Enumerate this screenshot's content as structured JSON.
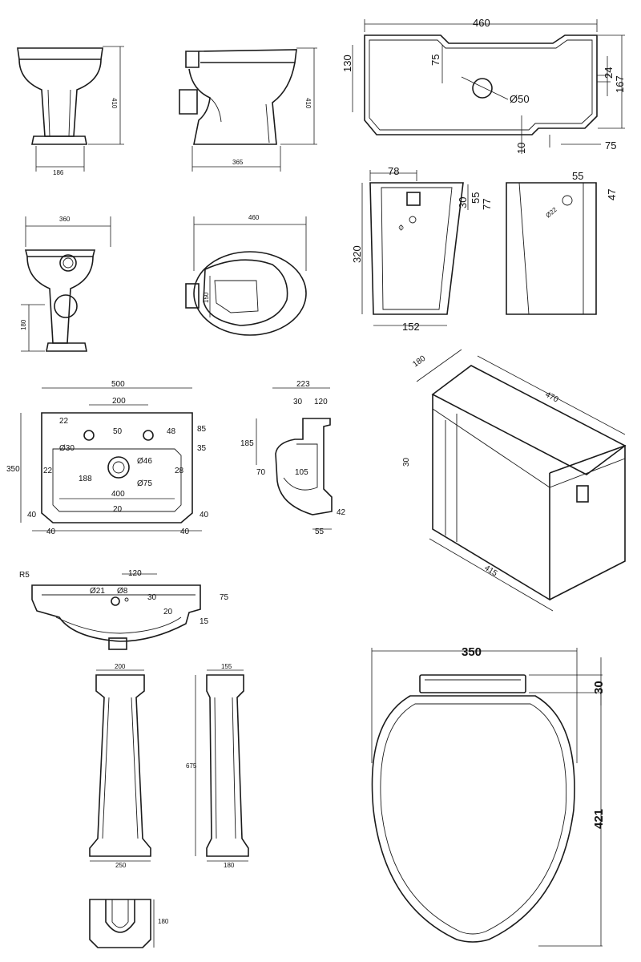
{
  "wc_front": {
    "width": "186",
    "height": "410"
  },
  "wc_side": {
    "depth": "365",
    "height": "410"
  },
  "wc_back": {
    "width": "360",
    "outlet_height": "180"
  },
  "wc_top": {
    "depth": "460",
    "seat_offset": "150"
  },
  "cistern_plan": {
    "width": "460",
    "depth": "130",
    "top_offset": "75",
    "hole": "Ø50",
    "right_a": "24",
    "right_b": "167",
    "bottom_gap": "10",
    "bottom_right": "75"
  },
  "cistern_elev": {
    "top_left": "78",
    "height": "320",
    "bottom": "152",
    "d30": "30",
    "d55": "55",
    "d77": "77",
    "right_top": "55",
    "right_47": "47",
    "inlet": "Ø22",
    "hole_small": "Ø"
  },
  "cistern_iso": {
    "depth": "180",
    "length": "470",
    "height": "30",
    "base": "415"
  },
  "basin_plan": {
    "width": "500",
    "holes_span": "200",
    "left_22": "22",
    "mid_50": "50",
    "right_48": "48",
    "right_85": "85",
    "tap_hole": "Ø30",
    "right_35": "35",
    "height": "350",
    "left_22b": "22",
    "waste_a": "Ø46",
    "right_28": "28",
    "inner_188": "188",
    "waste_b": "Ø75",
    "inner_400": "400",
    "bottom_20": "20",
    "left_40": "40",
    "right_40": "40",
    "foot_left_40": "40",
    "foot_right_40": "40"
  },
  "basin_section": {
    "depth": "223",
    "d30": "30",
    "d120": "120",
    "h185": "185",
    "h70": "70",
    "d105": "105",
    "r42": "42",
    "b55": "55"
  },
  "basin_profile": {
    "radius": "R5",
    "span_120": "120",
    "hole_21": "Ø21",
    "hole_8": "Ø8",
    "d30": "30",
    "d75": "75",
    "d20": "20",
    "d15": "15"
  },
  "pedestal_front": {
    "top": "200",
    "height": "675",
    "bottom": "250"
  },
  "pedestal_side": {
    "top": "155",
    "bottom": "180"
  },
  "pedestal_plan": {
    "depth": "180"
  },
  "seat": {
    "width": "350",
    "hinge": "30",
    "length": "421"
  }
}
